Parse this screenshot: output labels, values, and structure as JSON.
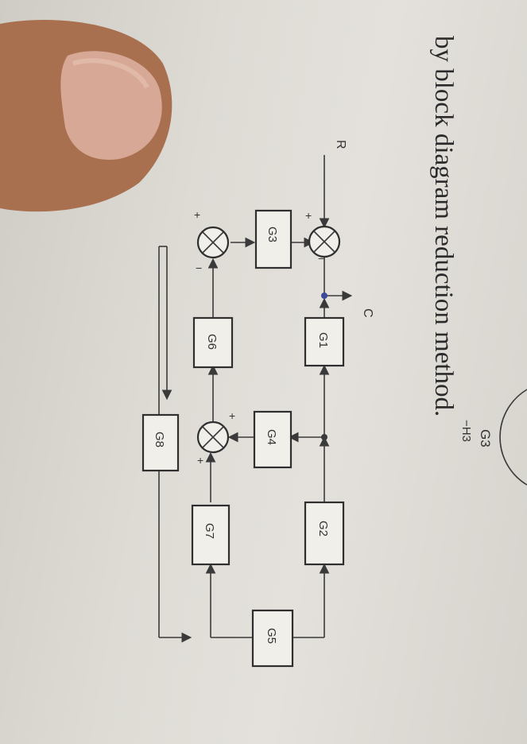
{
  "heading": "by block diagram reduction method.",
  "top_fragment": {
    "block": "G3",
    "feedback": "−H3"
  },
  "signals": {
    "input": "R",
    "output": "C"
  },
  "blocks": [
    {
      "id": "G1",
      "label": "G1"
    },
    {
      "id": "G2",
      "label": "G2"
    },
    {
      "id": "G3",
      "label": "G3"
    },
    {
      "id": "G4",
      "label": "G4"
    },
    {
      "id": "G5",
      "label": "G5"
    },
    {
      "id": "G6",
      "label": "G6"
    },
    {
      "id": "G7",
      "label": "G7"
    },
    {
      "id": "G8",
      "label": "G8"
    }
  ],
  "summing_junctions": [
    {
      "id": "S1",
      "signs": [
        "+",
        "−"
      ]
    },
    {
      "id": "S2",
      "signs": [
        "+",
        "−"
      ]
    },
    {
      "id": "S3",
      "signs": [
        "+",
        "+"
      ]
    }
  ],
  "colors": {
    "paper": "#e1ded8",
    "ink": "#2f2f2f",
    "thumb": "#b07a5a"
  }
}
